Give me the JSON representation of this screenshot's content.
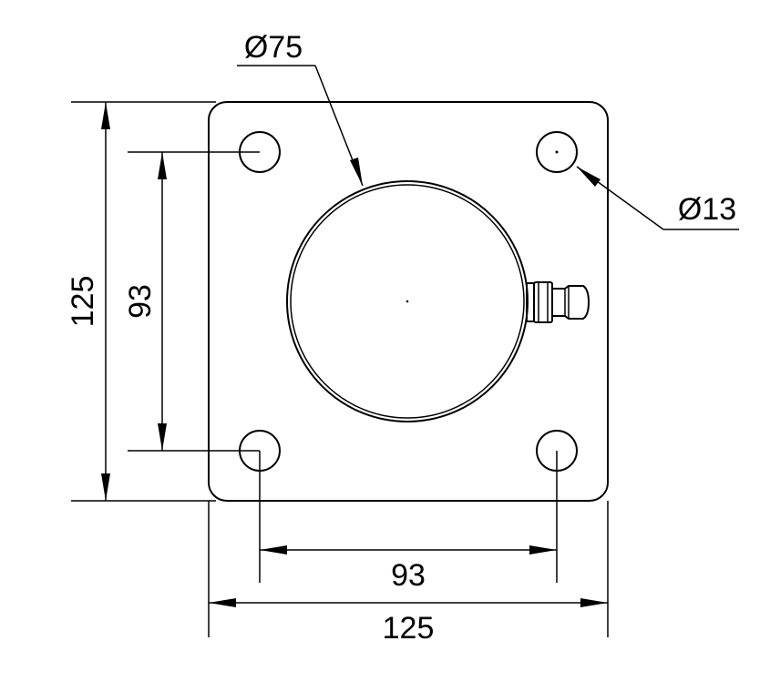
{
  "drawing": {
    "center_bore_label": "Ø75",
    "mount_hole_label": "Ø13",
    "outer_height_label": "125",
    "hole_spacing_vertical_label": "93",
    "hole_spacing_horizontal_label": "93",
    "outer_width_label": "125",
    "line_color": "#000000",
    "background_color": "#ffffff"
  }
}
